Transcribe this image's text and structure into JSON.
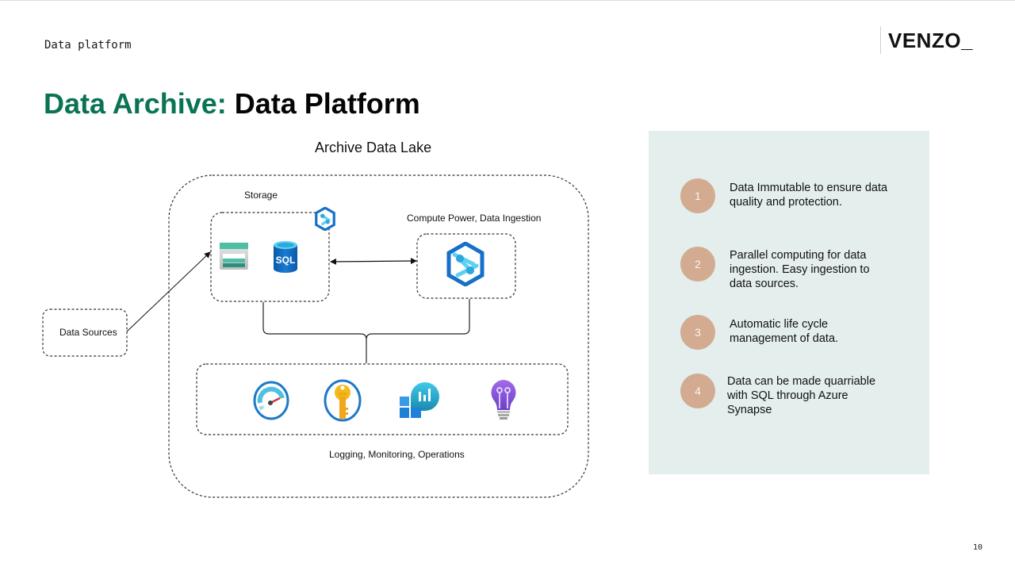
{
  "header": {
    "section_label": "Data platform",
    "logo_text": "VENZO_",
    "title_accent": "Data Archive:",
    "title_rest": " Data Platform"
  },
  "diagram": {
    "heading": "Archive Data Lake",
    "data_sources_label": "Data Sources",
    "storage_label": "Storage",
    "compute_label": "Compute Power, Data Ingestion",
    "operations_label": "Logging, Monitoring, Operations",
    "sql_icon_text": "SQL",
    "storage_icons": [
      "storage-account-icon",
      "sql-database-icon"
    ],
    "storage_badge_icon": "synapse-icon",
    "compute_icon": "synapse-analytics-icon",
    "operations_icons": [
      "monitor-gauge-icon",
      "key-vault-icon",
      "log-analytics-icon",
      "application-insights-icon"
    ]
  },
  "features": [
    {
      "number": "1",
      "text": "Data Immutable to ensure data quality and protection."
    },
    {
      "number": "2",
      "text": "Parallel computing for data ingestion. Easy ingestion to data sources."
    },
    {
      "number": "3",
      "text": "Automatic life cycle management of data."
    },
    {
      "number": "4",
      "text": "Data can be made quarriable with SQL through Azure Synapse"
    }
  ],
  "footer": {
    "page_number": "10"
  },
  "colors": {
    "accent_green": "#0a7356",
    "panel_bg": "#e4eeec",
    "badge": "#d2ab91"
  }
}
